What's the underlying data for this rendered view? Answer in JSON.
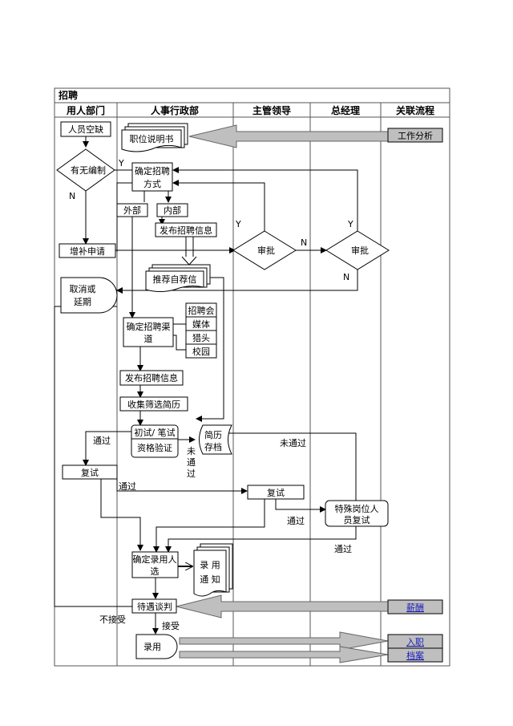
{
  "title": "招聘",
  "columns": [
    "用人部门",
    "人事行政部",
    "主管领导",
    "总经理",
    "关联流程"
  ],
  "nodes": {
    "vacancy": "人员空缺",
    "has_quota": "有无编制",
    "job_desc": "职位说明书",
    "recruit_method_1": "确定招聘",
    "recruit_method_2": "方式",
    "external": "外部",
    "internal": "内部",
    "post_info_internal": "发布招聘信息",
    "add_request": "增补申请",
    "approve_manager": "审批",
    "approve_gm": "审批",
    "self_recommend": "推荐自荐信",
    "cancel_1": "取消或",
    "cancel_2": "延期",
    "channel_1": "确定招聘渠",
    "channel_2": "道",
    "channel_job_fair": "招聘会",
    "channel_media": "媒体",
    "channel_headhunter": "猎头",
    "channel_campus": "校园",
    "post_info_external": "发布招聘信息",
    "collect_resume": "收集筛选简历",
    "first_test_1": "初试/ 笔试",
    "first_test_2": "资格验证",
    "archive_1": "简历",
    "archive_2": "存档",
    "retest_dept": "复试",
    "retest_manager": "复试",
    "special_1": "特殊岗位人",
    "special_2": "员复试",
    "confirm_hire_1": "确定录用人",
    "confirm_hire_2": "选",
    "offer_1": "录  用",
    "offer_2": "通  知",
    "negotiate": "待遇谈判",
    "hire": "录用"
  },
  "edge_labels": {
    "yes_1": "Y",
    "no_1": "N",
    "yes_2": "Y",
    "no_2": "N",
    "yes_3": "Y",
    "no_3": "N",
    "pass_1": "通过",
    "fail_1": "未",
    "fail_2": "通",
    "fail_3": "过",
    "fail_right": "未通过",
    "pass_2": "通过",
    "pass_3": "通过",
    "pass_4": "通过",
    "reject": "不接受",
    "accept": "接受"
  },
  "related": {
    "job_analysis": "工作分析",
    "salary": "薪酬",
    "onboarding": "入职",
    "archive": "档案"
  },
  "colors": {
    "line": "#000000",
    "gray_arrow": "#bfbfbf",
    "gray_box": "#bfbfbf",
    "link": "#1b1bb8"
  }
}
